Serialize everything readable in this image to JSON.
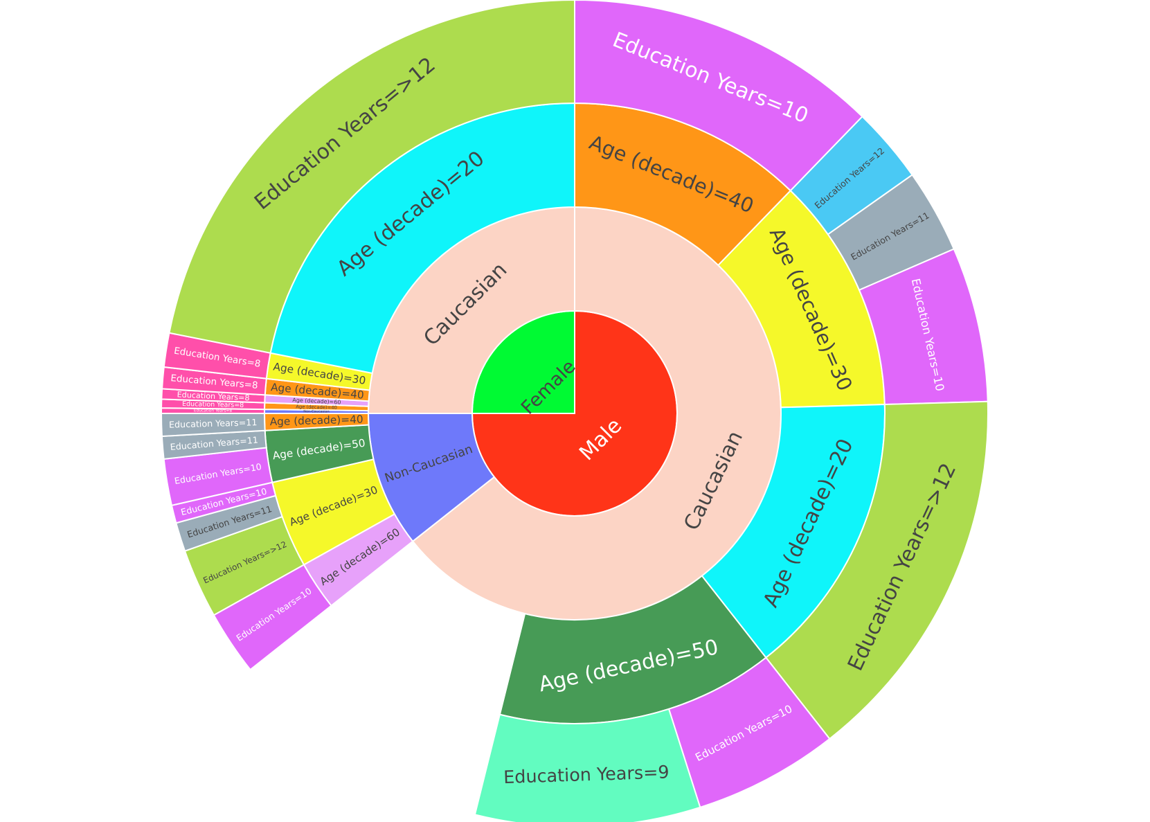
{
  "chart_data": {
    "type": "sunburst",
    "text_colors": {
      "dark": "#444444",
      "light": "#ffffff"
    },
    "nodes": [
      {
        "id": "m",
        "parent": "",
        "label": "Male",
        "value": 0.75,
        "color": "#FF3418",
        "text": "light"
      },
      {
        "id": "f",
        "parent": "",
        "label": "Female",
        "value": 0.25,
        "color": "#00FA33",
        "text": "dark"
      },
      {
        "id": "m-c",
        "parent": "m",
        "label": "Caucasian",
        "value": 0.6436,
        "color": "#FCD4C5",
        "text": "dark"
      },
      {
        "id": "m-n",
        "parent": "m",
        "label": "Non-Caucasian",
        "value": 0.1064,
        "color": "#6E79FA",
        "text": "dark"
      },
      {
        "id": "f-c",
        "parent": "f",
        "label": "Caucasian",
        "value": 0.25,
        "color": "#FCD4C5",
        "text": "dark"
      },
      {
        "id": "m-c-40",
        "parent": "m-c",
        "label": "Age (decade)=40",
        "value": 0.1225,
        "color": "#FF9617",
        "text": "dark"
      },
      {
        "id": "m-c-30",
        "parent": "m-c",
        "label": "Age (decade)=30",
        "value": 0.1229,
        "color": "#F5F82A",
        "text": "dark"
      },
      {
        "id": "m-c-20",
        "parent": "m-c",
        "label": "Age (decade)=20",
        "value": 0.1488,
        "color": "#0FF5FA",
        "text": "dark"
      },
      {
        "id": "m-c-50",
        "parent": "m-c",
        "label": "Age (decade)=50",
        "value": 0.1446,
        "color": "#479B56",
        "text": "light"
      },
      {
        "id": "m-c-60",
        "parent": "m-c",
        "label": "Age (decade)=60",
        "value": 0.1048,
        "color": "#FFFFFF",
        "text": "dark",
        "invisible": true
      },
      {
        "id": "m-n-60",
        "parent": "m-n",
        "label": "Age (decade)=60",
        "value": 0.0253,
        "color": "#E7A1FA",
        "text": "dark"
      },
      {
        "id": "m-n-30",
        "parent": "m-n",
        "label": "Age (decade)=30",
        "value": 0.0454,
        "color": "#F5F82A",
        "text": "dark"
      },
      {
        "id": "m-n-50",
        "parent": "m-n",
        "label": "Age (decade)=50",
        "value": 0.0269,
        "color": "#479B56",
        "text": "light"
      },
      {
        "id": "m-n-40",
        "parent": "m-n",
        "label": "Age (decade)=40",
        "value": 0.0088,
        "color": "#FF9617",
        "text": "dark"
      },
      {
        "id": "f-c-non",
        "parent": "f-c",
        "label": "Non-Caucasian",
        "value": 0.0021,
        "color": "#6E79FA",
        "text": "dark"
      },
      {
        "id": "f-c-40a",
        "parent": "f-c",
        "label": "Age (decade)=40",
        "value": 0.0034,
        "color": "#FF9617",
        "text": "dark"
      },
      {
        "id": "f-c-60",
        "parent": "f-c",
        "label": "Age (decade)=60",
        "value": 0.004,
        "color": "#E7A1FA",
        "text": "dark"
      },
      {
        "id": "f-c-40b",
        "parent": "f-c",
        "label": "Age (decade)=40",
        "value": 0.0084,
        "color": "#FF9617",
        "text": "dark"
      },
      {
        "id": "f-c-30",
        "parent": "f-c",
        "label": "Age (decade)=30",
        "value": 0.0133,
        "color": "#F5F82A",
        "text": "dark"
      },
      {
        "id": "f-c-20",
        "parent": "f-c",
        "label": "Age (decade)=20",
        "value": 0.2188,
        "color": "#0FF5FA",
        "text": "dark"
      },
      {
        "id": "m-c-40-10",
        "parent": "m-c-40",
        "label": "Education Years=10",
        "value": 0.1225,
        "color": "#E067FA",
        "text": "light"
      },
      {
        "id": "m-c-30-12",
        "parent": "m-c-30",
        "label": "Education Years=12",
        "value": 0.0296,
        "color": "#4AC9F4",
        "text": "dark"
      },
      {
        "id": "m-c-30-11",
        "parent": "m-c-30",
        "label": "Education Years=11",
        "value": 0.0328,
        "color": "#9AACB8",
        "text": "dark"
      },
      {
        "id": "m-c-30-10",
        "parent": "m-c-30",
        "label": "Education Years=10",
        "value": 0.0605,
        "color": "#E067FA",
        "text": "light"
      },
      {
        "id": "m-c-20-g12",
        "parent": "m-c-20",
        "label": "Education Years=>12",
        "value": 0.1488,
        "color": "#ADDC4E",
        "text": "dark"
      },
      {
        "id": "m-c-50-10",
        "parent": "m-c-50",
        "label": "Education Years=10",
        "value": 0.0567,
        "color": "#E067FA",
        "text": "light"
      },
      {
        "id": "m-c-50-9",
        "parent": "m-c-50",
        "label": "Education Years=9",
        "value": 0.0879,
        "color": "#62FCC0",
        "text": "dark"
      },
      {
        "id": "m-n-60-10",
        "parent": "m-n-60",
        "label": "Education Years=10",
        "value": 0.0253,
        "color": "#E067FA",
        "text": "light"
      },
      {
        "id": "m-n-30-g12",
        "parent": "m-n-30",
        "label": "Education Years=>12",
        "value": 0.0271,
        "color": "#ADDC4E",
        "text": "dark"
      },
      {
        "id": "m-n-30-11",
        "parent": "m-n-30",
        "label": "Education Years=11",
        "value": 0.0113,
        "color": "#9AACB8",
        "text": "dark"
      },
      {
        "id": "m-n-30-10",
        "parent": "m-n-30",
        "label": "Education Years=10",
        "value": 0.007,
        "color": "#E067FA",
        "text": "light"
      },
      {
        "id": "m-n-50-10",
        "parent": "m-n-50",
        "label": "Education Years=10",
        "value": 0.0181,
        "color": "#E067FA",
        "text": "light"
      },
      {
        "id": "m-n-50-11",
        "parent": "m-n-50",
        "label": "Education Years=11",
        "value": 0.0088,
        "color": "#9AACB8",
        "text": "light"
      },
      {
        "id": "m-n-40-11",
        "parent": "m-n-40",
        "label": "Education Years=11",
        "value": 0.0088,
        "color": "#9AACB8",
        "text": "light"
      },
      {
        "id": "f-c-non-8",
        "parent": "f-c-non",
        "label": "Education Years=8",
        "value": 0.0021,
        "color": "#FF4FAA",
        "text": "light"
      },
      {
        "id": "f-c-40a-8",
        "parent": "f-c-40a",
        "label": "Education Years=8",
        "value": 0.0034,
        "color": "#FF4FAA",
        "text": "light"
      },
      {
        "id": "f-c-60-8",
        "parent": "f-c-60",
        "label": "Education Years=8",
        "value": 0.004,
        "color": "#FF4FAA",
        "text": "light"
      },
      {
        "id": "f-c-40b-8",
        "parent": "f-c-40b",
        "label": "Education Years=8",
        "value": 0.0084,
        "color": "#FF4FAA",
        "text": "light"
      },
      {
        "id": "f-c-30-8",
        "parent": "f-c-30",
        "label": "Education Years=8",
        "value": 0.0133,
        "color": "#FF4FAA",
        "text": "light"
      },
      {
        "id": "f-c-20-g12",
        "parent": "f-c-20",
        "label": "Education Years=>12",
        "value": 0.2188,
        "color": "#ADDC4E",
        "text": "dark"
      }
    ]
  }
}
